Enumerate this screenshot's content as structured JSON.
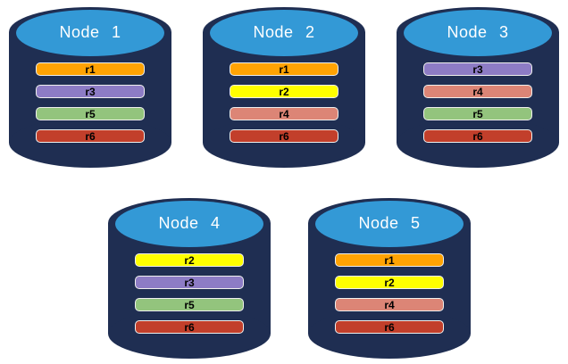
{
  "diagram": {
    "description": "Five database nodes each storing four replicas",
    "canvas_background": "#ffffff"
  },
  "node_style": {
    "body_color": "#1f2e52",
    "top_face_color": "#3399d6",
    "title_text_color": "#ffffff",
    "bar_border_color": "#f0f0ee",
    "bar_text_color": "#000000"
  },
  "replica_colors": {
    "r1": "#ffa303",
    "r2": "#ffff00",
    "r3": "#8d7cc5",
    "r4": "#dc8576",
    "r5": "#93c47d",
    "r6": "#c23f2b"
  },
  "nodes": [
    {
      "title": "Node 1",
      "replicas": [
        "r1",
        "r3",
        "r5",
        "r6"
      ]
    },
    {
      "title": "Node 2",
      "replicas": [
        "r1",
        "r2",
        "r4",
        "r6"
      ]
    },
    {
      "title": "Node 3",
      "replicas": [
        "r3",
        "r4",
        "r5",
        "r6"
      ]
    },
    {
      "title": "Node 4",
      "replicas": [
        "r2",
        "r3",
        "r5",
        "r6"
      ]
    },
    {
      "title": "Node 5",
      "replicas": [
        "r1",
        "r2",
        "r4",
        "r6"
      ]
    }
  ],
  "rows": [
    [
      0,
      1,
      2
    ],
    [
      3,
      4
    ]
  ]
}
